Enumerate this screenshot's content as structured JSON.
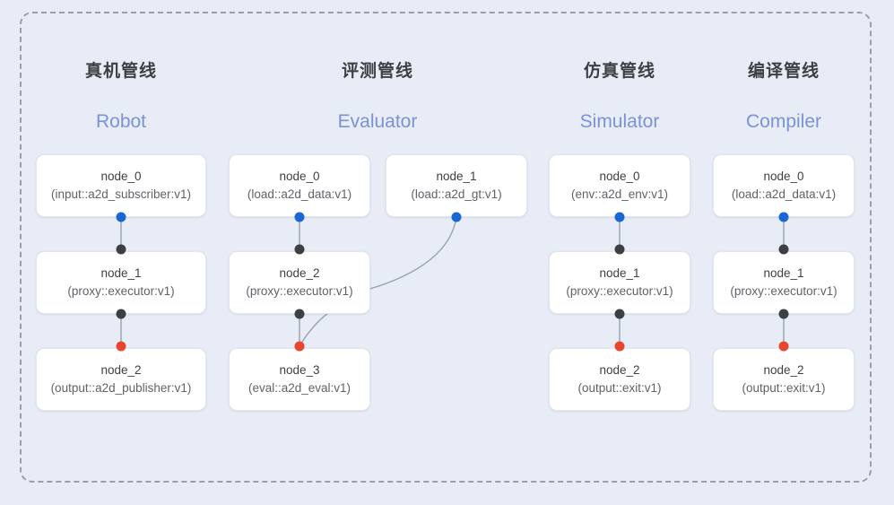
{
  "diagram": {
    "background_color": "#e8ecf7",
    "frame_border_color": "#9aa0ab",
    "port_colors": {
      "output": "#1a66d6",
      "passthrough": "#3c4043",
      "terminal": "#e8452c"
    },
    "edge_color": "#b0b8c4"
  },
  "columns": [
    {
      "title": "真机管线",
      "subtitle": "Robot",
      "nodes": [
        {
          "name": "node_0",
          "type": "(input::a2d_subscriber:v1)"
        },
        {
          "name": "node_1",
          "type": "(proxy::executor:v1)"
        },
        {
          "name": "node_2",
          "type": "(output::a2d_publisher:v1)"
        }
      ]
    },
    {
      "title": "评测管线",
      "subtitle": "Evaluator",
      "nodes": [
        {
          "name": "node_0",
          "type": "(load::a2d_data:v1)"
        },
        {
          "name": "node_1",
          "type": "(load::a2d_gt:v1)"
        },
        {
          "name": "node_2",
          "type": "(proxy::executor:v1)"
        },
        {
          "name": "node_3",
          "type": "(eval::a2d_eval:v1)"
        }
      ]
    },
    {
      "title": "仿真管线",
      "subtitle": "Simulator",
      "nodes": [
        {
          "name": "node_0",
          "type": "(env::a2d_env:v1)"
        },
        {
          "name": "node_1",
          "type": "(proxy::executor:v1)"
        },
        {
          "name": "node_2",
          "type": "(output::exit:v1)"
        }
      ]
    },
    {
      "title": "编译管线",
      "subtitle": "Compiler",
      "nodes": [
        {
          "name": "node_0",
          "type": "(load::a2d_data:v1)"
        },
        {
          "name": "node_1",
          "type": "(proxy::executor:v1)"
        },
        {
          "name": "node_2",
          "type": "(output::exit:v1)"
        }
      ]
    }
  ]
}
